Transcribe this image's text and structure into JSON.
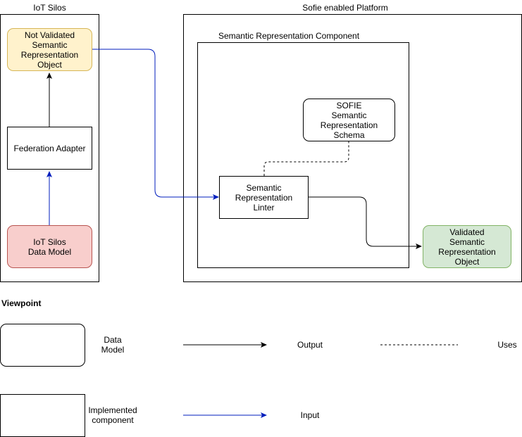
{
  "containers": {
    "iot_silos": "IoT Silos",
    "sofie_platform": "Sofie enabled Platform",
    "semantic_component": "Semantic Representation Component"
  },
  "nodes": {
    "not_validated": "Not Validated\nSemantic\nRepresentation\nObject",
    "federation_adapter": "Federation Adapter",
    "iot_data_model": "IoT Silos\nData Model",
    "sofie_schema": "SOFIE\nSemantic\nRepresentation\nSchema",
    "linter": "Semantic\nRepresentation\nLinter",
    "validated": "Validated\nSemantic\nRepresentation\nObject"
  },
  "legend": {
    "title": "Viewpoint",
    "data_model": "Data\nModel",
    "output": "Output",
    "uses": "Uses",
    "implemented_component": "Implemented\ncomponent",
    "input": "Input"
  },
  "colors": {
    "output_arrow": "#000000",
    "input_arrow": "#001DBC",
    "not_validated_fill": "#FFF2CC",
    "not_validated_stroke": "#D6B656",
    "iot_data_model_fill": "#F8CECC",
    "iot_data_model_stroke": "#B85450",
    "validated_fill": "#D5E8D4",
    "validated_stroke": "#82B366"
  }
}
